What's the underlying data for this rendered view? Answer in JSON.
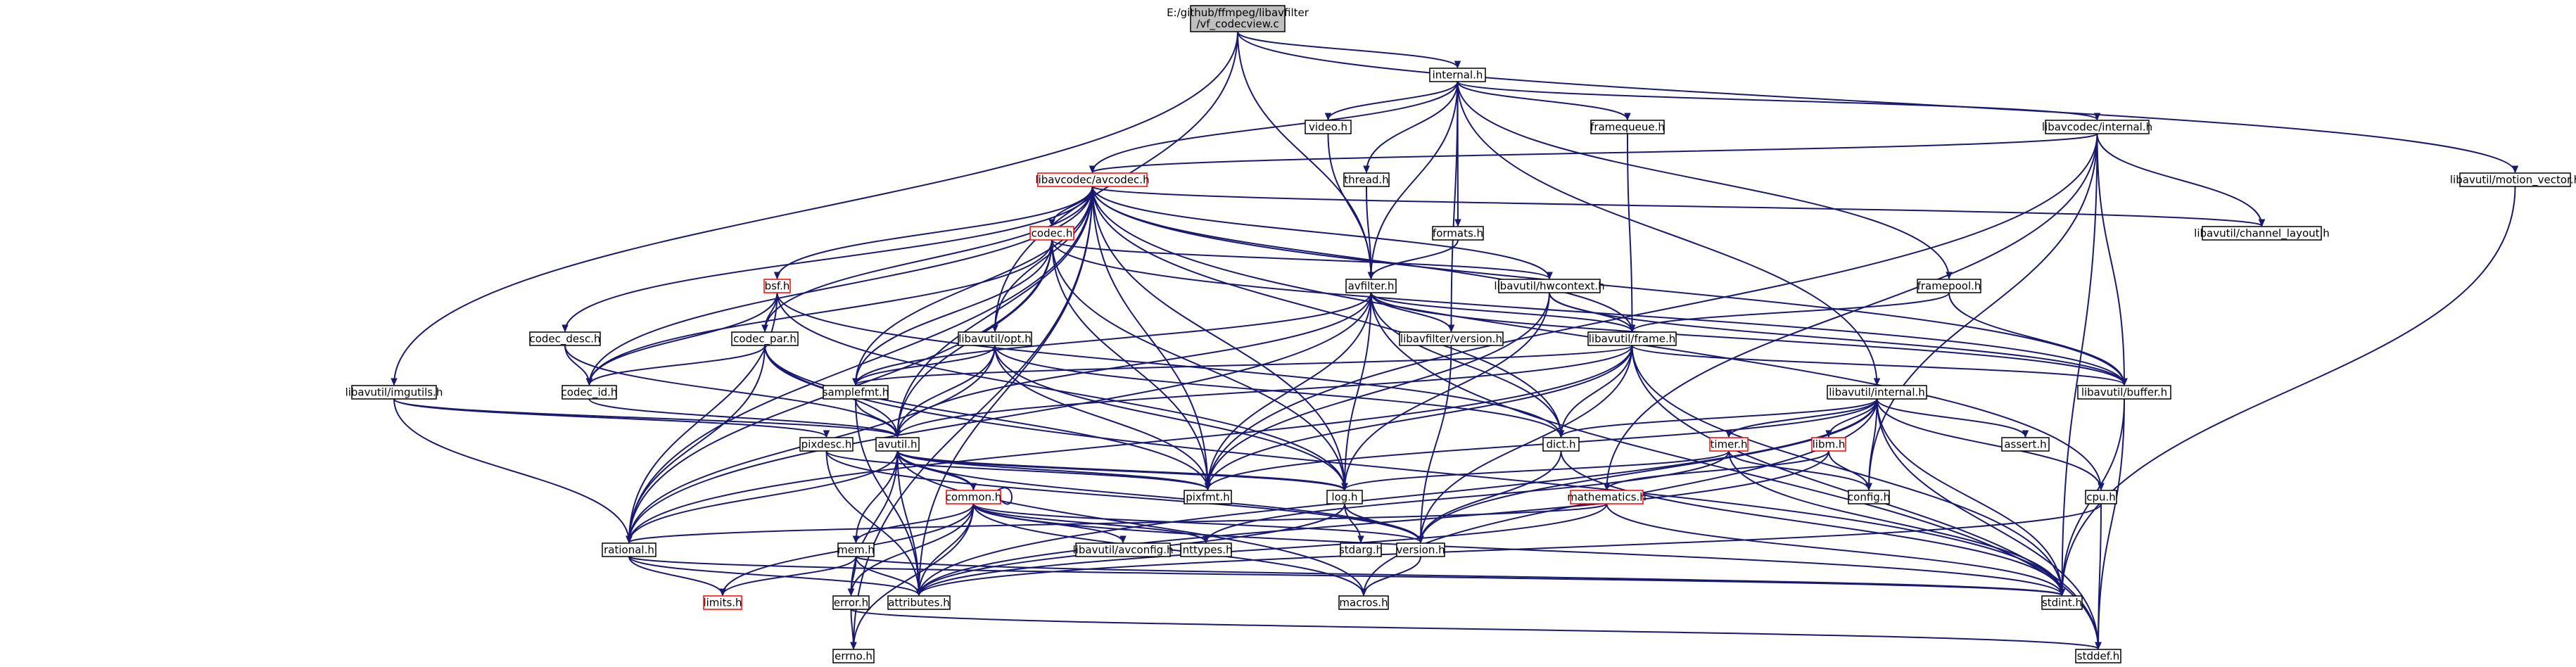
{
  "diagram": {
    "root": {
      "id": "root",
      "lines": [
        "E:/github/ffmpeg/libavfilter",
        "/vf_codecview.c"
      ]
    },
    "colors": {
      "root_fill": "#bfbfbf",
      "node_fill": "#ffffff",
      "node_border": "#000000",
      "truncated_border": "#ff0000",
      "edge": "#191970"
    },
    "nodes": [
      {
        "id": "internal_h",
        "label": "internal.h"
      },
      {
        "id": "video_h",
        "label": "video.h"
      },
      {
        "id": "framequeue_h",
        "label": "framequeue.h"
      },
      {
        "id": "lavc_internal_h",
        "label": "libavcodec/internal.h"
      },
      {
        "id": "motion_vector_h",
        "label": "libavutil/motion_vector.h"
      },
      {
        "id": "avcodec_h",
        "label": "libavcodec/avcodec.h",
        "truncated": true
      },
      {
        "id": "thread_h",
        "label": "thread.h"
      },
      {
        "id": "codec_h",
        "label": "codec.h",
        "truncated": true
      },
      {
        "id": "formats_h",
        "label": "formats.h"
      },
      {
        "id": "channel_layout_h",
        "label": "libavutil/channel_layout.h"
      },
      {
        "id": "bsf_h",
        "label": "bsf.h",
        "truncated": true
      },
      {
        "id": "avfilter_h",
        "label": "avfilter.h"
      },
      {
        "id": "hwcontext_h",
        "label": "libavutil/hwcontext.h"
      },
      {
        "id": "framepool_h",
        "label": "framepool.h"
      },
      {
        "id": "codec_desc_h",
        "label": "codec_desc.h"
      },
      {
        "id": "codec_par_h",
        "label": "codec_par.h"
      },
      {
        "id": "imgutils_h",
        "label": "libavutil/imgutils.h"
      },
      {
        "id": "opt_h",
        "label": "libavutil/opt.h"
      },
      {
        "id": "avf_version_h",
        "label": "libavfilter/version.h"
      },
      {
        "id": "frame_h",
        "label": "libavutil/frame.h"
      },
      {
        "id": "buffer_h",
        "label": "libavutil/buffer.h"
      },
      {
        "id": "codec_id_h",
        "label": "codec_id.h"
      },
      {
        "id": "samplefmt_h",
        "label": "samplefmt.h"
      },
      {
        "id": "lavu_internal_h",
        "label": "libavutil/internal.h"
      },
      {
        "id": "pixdesc_h",
        "label": "pixdesc.h"
      },
      {
        "id": "avutil_h",
        "label": "avutil.h"
      },
      {
        "id": "dict_h",
        "label": "dict.h"
      },
      {
        "id": "timer_h",
        "label": "timer.h",
        "truncated": true
      },
      {
        "id": "libm_h",
        "label": "libm.h",
        "truncated": true
      },
      {
        "id": "assert_h",
        "label": "assert.h"
      },
      {
        "id": "common_h",
        "label": "common.h",
        "truncated": true
      },
      {
        "id": "pixfmt_h",
        "label": "pixfmt.h"
      },
      {
        "id": "log_h",
        "label": "log.h"
      },
      {
        "id": "mathematics_h",
        "label": "mathematics.h",
        "truncated": true
      },
      {
        "id": "config_h",
        "label": "config.h"
      },
      {
        "id": "cpu_h",
        "label": "cpu.h"
      },
      {
        "id": "avconfig_h",
        "label": "libavutil/avconfig.h"
      },
      {
        "id": "inttypes_h",
        "label": "inttypes.h"
      },
      {
        "id": "rational_h",
        "label": "rational.h"
      },
      {
        "id": "mem_h",
        "label": "mem.h"
      },
      {
        "id": "stdarg_h",
        "label": "stdarg.h"
      },
      {
        "id": "version_h",
        "label": "version.h"
      },
      {
        "id": "limits_h",
        "label": "limits.h",
        "truncated": true
      },
      {
        "id": "error_h",
        "label": "error.h"
      },
      {
        "id": "attributes_h",
        "label": "attributes.h"
      },
      {
        "id": "macros_h",
        "label": "macros.h"
      },
      {
        "id": "stdint_h",
        "label": "stdint.h"
      },
      {
        "id": "errno_h",
        "label": "errno.h"
      },
      {
        "id": "stddef_h",
        "label": "stddef.h"
      }
    ],
    "edges": [
      [
        "root",
        "internal_h"
      ],
      [
        "root",
        "motion_vector_h"
      ],
      [
        "root",
        "imgutils_h"
      ],
      [
        "root",
        "opt_h"
      ],
      [
        "root",
        "avfilter_h"
      ],
      [
        "internal_h",
        "video_h"
      ],
      [
        "internal_h",
        "framequeue_h"
      ],
      [
        "internal_h",
        "lavc_internal_h"
      ],
      [
        "internal_h",
        "avcodec_h"
      ],
      [
        "internal_h",
        "thread_h"
      ],
      [
        "internal_h",
        "formats_h"
      ],
      [
        "internal_h",
        "framepool_h"
      ],
      [
        "internal_h",
        "avf_version_h"
      ],
      [
        "internal_h",
        "lavu_internal_h"
      ],
      [
        "internal_h",
        "avfilter_h"
      ],
      [
        "video_h",
        "avfilter_h"
      ],
      [
        "thread_h",
        "avfilter_h"
      ],
      [
        "formats_h",
        "avfilter_h"
      ],
      [
        "framequeue_h",
        "frame_h"
      ],
      [
        "lavc_internal_h",
        "avcodec_h"
      ],
      [
        "lavc_internal_h",
        "channel_layout_h"
      ],
      [
        "lavc_internal_h",
        "buffer_h"
      ],
      [
        "lavc_internal_h",
        "pixfmt_h"
      ],
      [
        "lavc_internal_h",
        "stdint_h"
      ],
      [
        "lavc_internal_h",
        "config_h"
      ],
      [
        "lavc_internal_h",
        "mathematics_h"
      ],
      [
        "motion_vector_h",
        "stdint_h"
      ],
      [
        "avcodec_h",
        "codec_h"
      ],
      [
        "avcodec_h",
        "bsf_h"
      ],
      [
        "avcodec_h",
        "codec_desc_h"
      ],
      [
        "avcodec_h",
        "codec_par_h"
      ],
      [
        "avcodec_h",
        "codec_id_h"
      ],
      [
        "avcodec_h",
        "samplefmt_h"
      ],
      [
        "avcodec_h",
        "hwcontext_h"
      ],
      [
        "avcodec_h",
        "frame_h"
      ],
      [
        "avcodec_h",
        "buffer_h"
      ],
      [
        "avcodec_h",
        "dict_h"
      ],
      [
        "avcodec_h",
        "channel_layout_h"
      ],
      [
        "avcodec_h",
        "avutil_h"
      ],
      [
        "avcodec_h",
        "pixfmt_h"
      ],
      [
        "avcodec_h",
        "log_h"
      ],
      [
        "avcodec_h",
        "rational_h"
      ],
      [
        "avcodec_h",
        "attributes_h"
      ],
      [
        "avcodec_h",
        "errno_h"
      ],
      [
        "avcodec_h",
        "cpu_h"
      ],
      [
        "avcodec_h",
        "opt_h"
      ],
      [
        "codec_h",
        "codec_id_h"
      ],
      [
        "codec_h",
        "samplefmt_h"
      ],
      [
        "codec_h",
        "hwcontext_h"
      ],
      [
        "codec_h",
        "avutil_h"
      ],
      [
        "codec_h",
        "pixfmt_h"
      ],
      [
        "codec_h",
        "log_h"
      ],
      [
        "codec_h",
        "rational_h"
      ],
      [
        "codec_h",
        "buffer_h"
      ],
      [
        "bsf_h",
        "codec_id_h"
      ],
      [
        "bsf_h",
        "codec_par_h"
      ],
      [
        "bsf_h",
        "dict_h"
      ],
      [
        "bsf_h",
        "log_h"
      ],
      [
        "bsf_h",
        "rational_h"
      ],
      [
        "avfilter_h",
        "avf_version_h"
      ],
      [
        "avfilter_h",
        "frame_h"
      ],
      [
        "avfilter_h",
        "dict_h"
      ],
      [
        "avfilter_h",
        "samplefmt_h"
      ],
      [
        "avfilter_h",
        "avutil_h"
      ],
      [
        "avfilter_h",
        "pixfmt_h"
      ],
      [
        "avfilter_h",
        "log_h"
      ],
      [
        "avfilter_h",
        "rational_h"
      ],
      [
        "avfilter_h",
        "stddef_h"
      ],
      [
        "avfilter_h",
        "buffer_h"
      ],
      [
        "hwcontext_h",
        "buffer_h"
      ],
      [
        "hwcontext_h",
        "frame_h"
      ],
      [
        "hwcontext_h",
        "log_h"
      ],
      [
        "hwcontext_h",
        "pixfmt_h"
      ],
      [
        "framepool_h",
        "frame_h"
      ],
      [
        "framepool_h",
        "buffer_h"
      ],
      [
        "codec_desc_h",
        "codec_id_h"
      ],
      [
        "codec_desc_h",
        "avutil_h"
      ],
      [
        "codec_par_h",
        "codec_id_h"
      ],
      [
        "codec_par_h",
        "avutil_h"
      ],
      [
        "codec_par_h",
        "rational_h"
      ],
      [
        "codec_par_h",
        "pixfmt_h"
      ],
      [
        "codec_par_h",
        "stdint_h"
      ],
      [
        "codec_id_h",
        "avutil_h"
      ],
      [
        "imgutils_h",
        "avutil_h"
      ],
      [
        "imgutils_h",
        "pixdesc_h"
      ],
      [
        "imgutils_h",
        "rational_h"
      ],
      [
        "opt_h",
        "samplefmt_h"
      ],
      [
        "opt_h",
        "avutil_h"
      ],
      [
        "opt_h",
        "dict_h"
      ],
      [
        "opt_h",
        "log_h"
      ],
      [
        "opt_h",
        "pixfmt_h"
      ],
      [
        "opt_h",
        "rational_h"
      ],
      [
        "avf_version_h",
        "version_h"
      ],
      [
        "frame_h",
        "buffer_h"
      ],
      [
        "frame_h",
        "dict_h"
      ],
      [
        "frame_h",
        "samplefmt_h"
      ],
      [
        "frame_h",
        "avutil_h"
      ],
      [
        "frame_h",
        "pixfmt_h"
      ],
      [
        "frame_h",
        "rational_h"
      ],
      [
        "frame_h",
        "stdint_h"
      ],
      [
        "frame_h",
        "stddef_h"
      ],
      [
        "frame_h",
        "version_h"
      ],
      [
        "buffer_h",
        "stdint_h"
      ],
      [
        "buffer_h",
        "stddef_h"
      ],
      [
        "samplefmt_h",
        "avutil_h"
      ],
      [
        "samplefmt_h",
        "attributes_h"
      ],
      [
        "lavu_internal_h",
        "timer_h"
      ],
      [
        "lavu_internal_h",
        "libm_h"
      ],
      [
        "lavu_internal_h",
        "assert_h"
      ],
      [
        "lavu_internal_h",
        "config_h"
      ],
      [
        "lavu_internal_h",
        "cpu_h"
      ],
      [
        "lavu_internal_h",
        "dict_h"
      ],
      [
        "lavu_internal_h",
        "pixfmt_h"
      ],
      [
        "lavu_internal_h",
        "stdint_h"
      ],
      [
        "lavu_internal_h",
        "stddef_h"
      ],
      [
        "lavu_internal_h",
        "macros_h"
      ],
      [
        "lavu_internal_h",
        "attributes_h"
      ],
      [
        "lavu_internal_h",
        "version_h"
      ],
      [
        "pixdesc_h",
        "pixfmt_h"
      ],
      [
        "pixdesc_h",
        "version_h"
      ],
      [
        "pixdesc_h",
        "attributes_h"
      ],
      [
        "avutil_h",
        "common_h"
      ],
      [
        "avutil_h",
        "rational_h"
      ],
      [
        "avutil_h",
        "version_h"
      ],
      [
        "avutil_h",
        "macros_h"
      ],
      [
        "avutil_h",
        "pixfmt_h"
      ],
      [
        "avutil_h",
        "log_h"
      ],
      [
        "avutil_h",
        "error_h"
      ],
      [
        "avutil_h",
        "mem_h"
      ],
      [
        "avutil_h",
        "attributes_h"
      ],
      [
        "dict_h",
        "stdint_h"
      ],
      [
        "dict_h",
        "version_h"
      ],
      [
        "timer_h",
        "config_h"
      ],
      [
        "timer_h",
        "log_h"
      ],
      [
        "timer_h",
        "stdint_h"
      ],
      [
        "timer_h",
        "inttypes_h"
      ],
      [
        "libm_h",
        "config_h"
      ],
      [
        "libm_h",
        "mathematics_h"
      ],
      [
        "libm_h",
        "attributes_h"
      ],
      [
        "common_h",
        "common_h"
      ],
      [
        "common_h",
        "attributes_h"
      ],
      [
        "common_h",
        "macros_h"
      ],
      [
        "common_h",
        "version_h"
      ],
      [
        "common_h",
        "avconfig_h"
      ],
      [
        "common_h",
        "mem_h"
      ],
      [
        "common_h",
        "error_h"
      ],
      [
        "common_h",
        "inttypes_h"
      ],
      [
        "common_h",
        "limits_h"
      ],
      [
        "common_h",
        "errno_h"
      ],
      [
        "common_h",
        "stdint_h"
      ],
      [
        "common_h",
        "avutil_h"
      ],
      [
        "log_h",
        "stdarg_h"
      ],
      [
        "log_h",
        "attributes_h"
      ],
      [
        "log_h",
        "version_h"
      ],
      [
        "log_h",
        "avutil_h"
      ],
      [
        "mathematics_h",
        "attributes_h"
      ],
      [
        "mathematics_h",
        "rational_h"
      ],
      [
        "mathematics_h",
        "stdint_h"
      ],
      [
        "mathematics_h",
        "intfloat_skip"
      ],
      [
        "cpu_h",
        "attributes_h"
      ],
      [
        "cpu_h",
        "stddef_h"
      ],
      [
        "rational_h",
        "attributes_h"
      ],
      [
        "rational_h",
        "limits_h"
      ],
      [
        "rational_h",
        "stdint_h"
      ],
      [
        "mem_h",
        "error_h"
      ],
      [
        "mem_h",
        "limits_h"
      ],
      [
        "mem_h",
        "attributes_h"
      ],
      [
        "mem_h",
        "stdint_h"
      ],
      [
        "version_h",
        "macros_h"
      ],
      [
        "error_h",
        "errno_h"
      ],
      [
        "error_h",
        "stddef_h"
      ]
    ]
  }
}
